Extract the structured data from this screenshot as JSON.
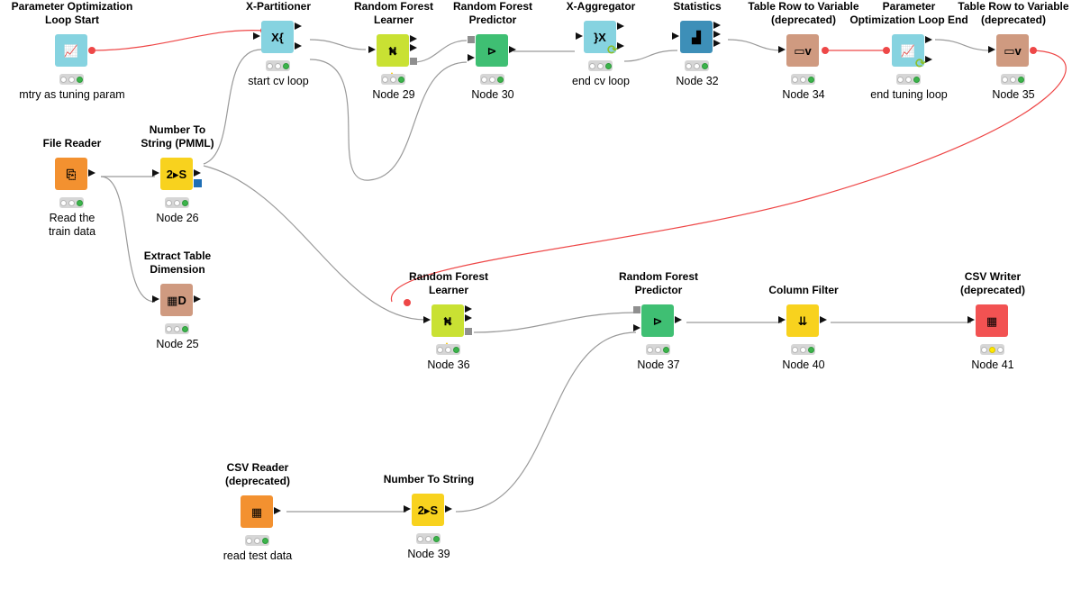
{
  "canvas": {
    "background": "#ffffff",
    "wire_color": "#9a9a9a",
    "flow_var_color": "#ee4747"
  },
  "nodes": [
    {
      "id": "param-opt-start",
      "title": "Parameter Optimization\nLoop Start",
      "label": "mtry as tuning param",
      "icon": "param-optimization-start-icon",
      "glyph": "📈",
      "color": "#86d3e0",
      "status": [
        "off",
        "off",
        "green"
      ]
    },
    {
      "id": "x-partitioner",
      "title": "X-Partitioner",
      "label": "start cv loop",
      "icon": "x-partitioner-icon",
      "glyph": "X{",
      "color": "#86d3e0",
      "status": [
        "off",
        "off",
        "green"
      ]
    },
    {
      "id": "rf-learner-29",
      "title": "Random Forest\nLearner",
      "label": "Node 29",
      "icon": "random-forest-learner-icon",
      "glyph": "⛕",
      "color": "#c9e133",
      "status": [
        "off",
        "off",
        "green"
      ],
      "warning": true
    },
    {
      "id": "rf-predictor-30",
      "title": "Random Forest\nPredictor",
      "label": "Node 30",
      "icon": "random-forest-predictor-icon",
      "glyph": "⊳",
      "color": "#3fbf73",
      "status": [
        "off",
        "off",
        "green"
      ]
    },
    {
      "id": "x-aggregator",
      "title": "X-Aggregator",
      "label": "end cv loop",
      "icon": "x-aggregator-icon",
      "glyph": "}X",
      "color": "#86d3e0",
      "status": [
        "off",
        "off",
        "green"
      ]
    },
    {
      "id": "statistics",
      "title": "Statistics",
      "label": "Node 32",
      "icon": "statistics-icon",
      "glyph": "▟",
      "color": "#3d8fb8",
      "status": [
        "off",
        "off",
        "green"
      ]
    },
    {
      "id": "tr2v-34",
      "title": "Table Row to Variable\n(deprecated)",
      "label": "Node 34",
      "icon": "table-row-to-variable-icon",
      "glyph": "▭v",
      "color": "#cf9a80",
      "status": [
        "off",
        "off",
        "green"
      ]
    },
    {
      "id": "param-opt-end",
      "title": "Parameter\nOptimization Loop End",
      "label": "end tuning loop",
      "icon": "param-optimization-end-icon",
      "glyph": "📈",
      "color": "#86d3e0",
      "status": [
        "off",
        "off",
        "green"
      ]
    },
    {
      "id": "tr2v-35",
      "title": "Table Row to Variable\n(deprecated)",
      "label": "Node 35",
      "icon": "table-row-to-variable-icon",
      "glyph": "▭v",
      "color": "#cf9a80",
      "status": [
        "off",
        "off",
        "green"
      ]
    },
    {
      "id": "file-reader",
      "title": "File Reader",
      "label": "Read the\ntrain data",
      "icon": "file-reader-icon",
      "glyph": "⎘",
      "color": "#f39130",
      "status": [
        "off",
        "off",
        "green"
      ]
    },
    {
      "id": "num2str-26",
      "title": "Number To\nString (PMML)",
      "label": "Node 26",
      "icon": "number-to-string-icon",
      "glyph": "2▸S",
      "color": "#f8d21e",
      "status": [
        "off",
        "off",
        "green"
      ]
    },
    {
      "id": "extract-dim",
      "title": "Extract Table\nDimension",
      "label": "Node 25",
      "icon": "extract-table-dimension-icon",
      "glyph": "▦D",
      "color": "#cf9a80",
      "status": [
        "off",
        "off",
        "green"
      ]
    },
    {
      "id": "rf-learner-36",
      "title": "Random Forest\nLearner",
      "label": "Node 36",
      "icon": "random-forest-learner-icon",
      "glyph": "⛕",
      "color": "#c9e133",
      "status": [
        "off",
        "off",
        "green"
      ],
      "warning": true
    },
    {
      "id": "rf-predictor-37",
      "title": "Random Forest\nPredictor",
      "label": "Node 37",
      "icon": "random-forest-predictor-icon",
      "glyph": "⊳",
      "color": "#3fbf73",
      "status": [
        "off",
        "off",
        "green"
      ]
    },
    {
      "id": "column-filter",
      "title": "Column Filter",
      "label": "Node 40",
      "icon": "column-filter-icon",
      "glyph": "⇊",
      "color": "#f8d21e",
      "status": [
        "off",
        "off",
        "green"
      ]
    },
    {
      "id": "csv-writer",
      "title": "CSV Writer\n(deprecated)",
      "label": "Node 41",
      "icon": "csv-writer-icon",
      "glyph": "▦",
      "color": "#f25252",
      "status": [
        "off",
        "yellow",
        "off"
      ]
    },
    {
      "id": "csv-reader",
      "title": "CSV Reader\n(deprecated)",
      "label": "read test data",
      "icon": "csv-reader-icon",
      "glyph": "▦",
      "color": "#f39130",
      "status": [
        "off",
        "off",
        "green"
      ]
    },
    {
      "id": "num2str-39",
      "title": "Number To String",
      "label": "Node 39",
      "icon": "number-to-string-icon",
      "glyph": "2▸S",
      "color": "#f8d21e",
      "status": [
        "off",
        "off",
        "green"
      ]
    }
  ]
}
